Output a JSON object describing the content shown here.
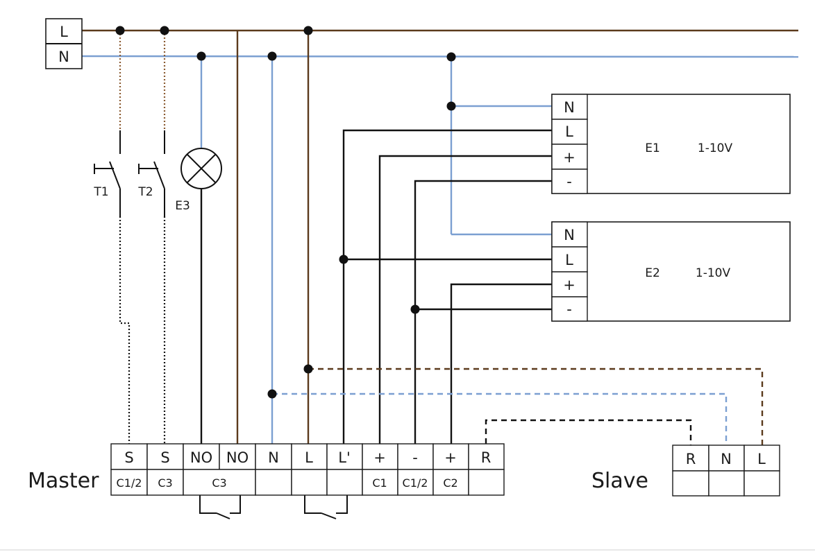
{
  "supply": {
    "l_label": "L",
    "n_label": "N"
  },
  "switches": {
    "t1_label": "T1",
    "t2_label": "T2"
  },
  "lamp": {
    "label": "E3"
  },
  "e1": {
    "name": "E1",
    "type": "1-10V",
    "terminals": [
      "N",
      "L",
      "+",
      "-"
    ]
  },
  "e2": {
    "name": "E2",
    "type": "1-10V",
    "terminals": [
      "N",
      "L",
      "+",
      "-"
    ]
  },
  "master": {
    "label": "Master",
    "top_row": [
      "S",
      "S",
      "NO",
      "NO",
      "N",
      "L",
      "L'",
      "+",
      "-",
      "+",
      "R"
    ],
    "bottom_row": [
      "C1/2",
      "C3",
      "C3",
      "",
      "",
      "C1",
      "C1/2",
      "C2",
      ""
    ]
  },
  "slave": {
    "label": "Slave",
    "top_row": [
      "R",
      "N",
      "L"
    ]
  },
  "colors": {
    "phase_brown": "#5b3a1c",
    "neutral_blue": "#7b9fd1",
    "control_black": "#111111"
  }
}
